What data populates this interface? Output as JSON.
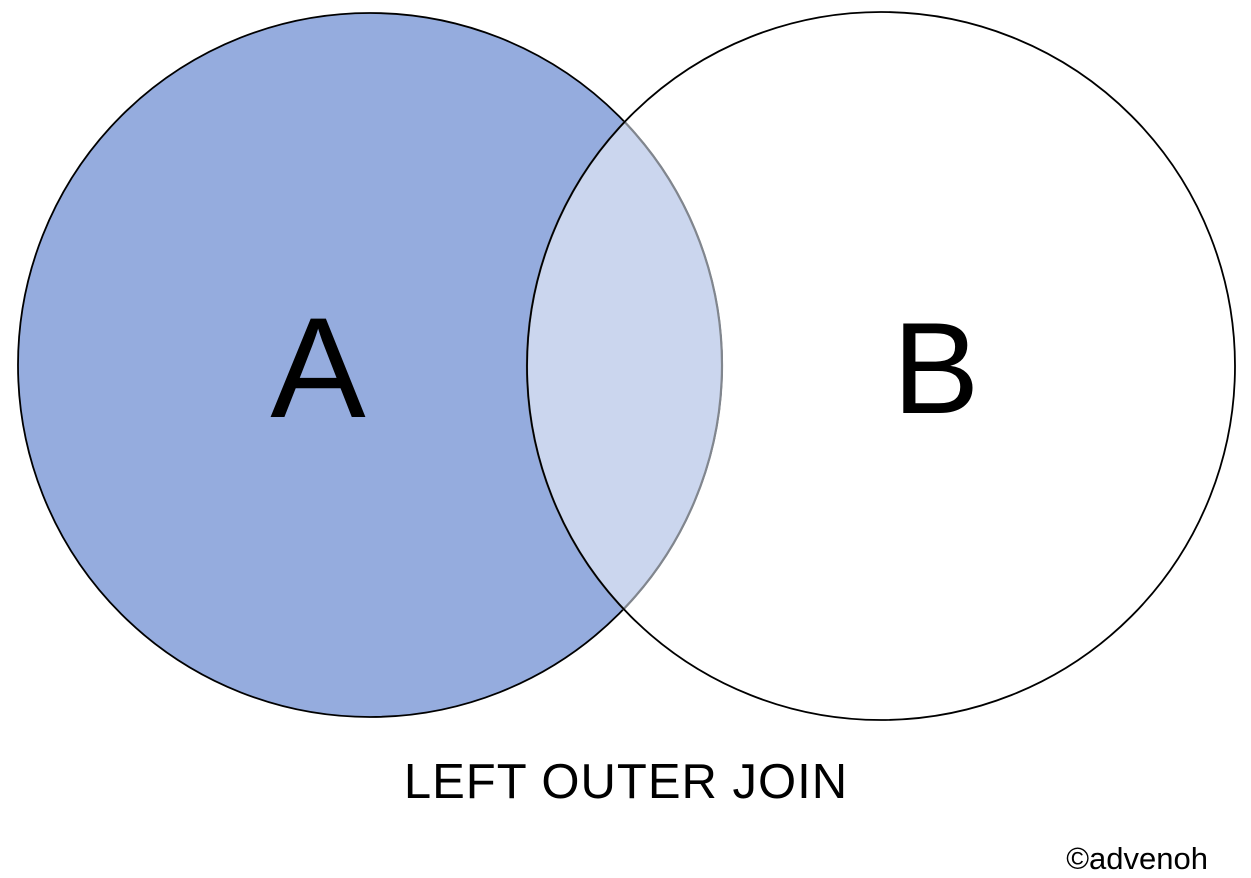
{
  "diagram": {
    "caption": "LEFT OUTER JOIN",
    "watermark": "©advenoh",
    "set_a": {
      "label": "A",
      "fill_color": "#95ACDE"
    },
    "set_b": {
      "label": "B",
      "fill_color": "none"
    },
    "intersection": {
      "fill_color": "#CBD6EE",
      "stroke_color": "#81868E"
    },
    "outline_color": "#000000"
  }
}
